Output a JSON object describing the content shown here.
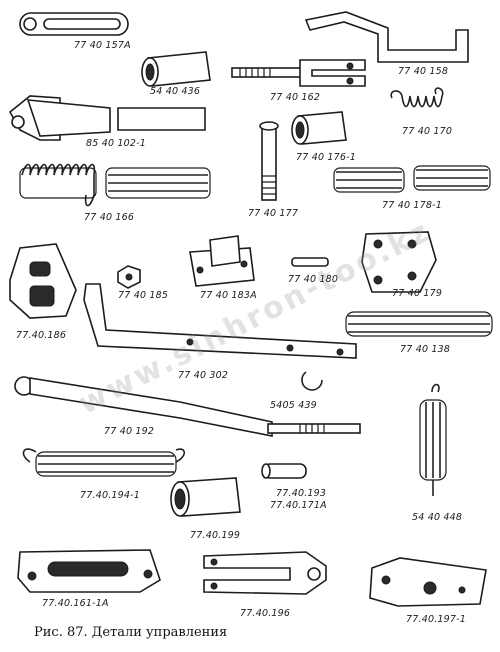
{
  "caption": "Рис. 87. Детали управления",
  "watermark": "www.sinhron-too.kz",
  "parts": [
    {
      "id": "p1",
      "label": "77 40 157А"
    },
    {
      "id": "p2",
      "label": "77 40 158"
    },
    {
      "id": "p3",
      "label": "54 40 436"
    },
    {
      "id": "p4",
      "label": "77 40 162"
    },
    {
      "id": "p5",
      "label": "85 40 102-1"
    },
    {
      "id": "p6",
      "label": "77 40 170"
    },
    {
      "id": "p7",
      "label": "77 40 176-1"
    },
    {
      "id": "p8",
      "label": "77 40 166"
    },
    {
      "id": "p9",
      "label": "77 40 177"
    },
    {
      "id": "p10",
      "label": "77 40 178-1"
    },
    {
      "id": "p11",
      "label": "77 40 185"
    },
    {
      "id": "p12",
      "label": "77 40 183А"
    },
    {
      "id": "p13",
      "label": "77 40 180"
    },
    {
      "id": "p14",
      "label": "77 40 179"
    },
    {
      "id": "p15",
      "label": "77.40.186"
    },
    {
      "id": "p16",
      "label": "77 40 302"
    },
    {
      "id": "p17",
      "label": "77 40 138"
    },
    {
      "id": "p18",
      "label": "5405 439"
    },
    {
      "id": "p19",
      "label": "77 40 192"
    },
    {
      "id": "p20",
      "label": "77.40.194-1"
    },
    {
      "id": "p21",
      "label": "77.40.193"
    },
    {
      "id": "p22",
      "label": "77.40.171А"
    },
    {
      "id": "p23",
      "label": "77.40.199"
    },
    {
      "id": "p24",
      "label": "54 40 448"
    },
    {
      "id": "p25",
      "label": "77.40.161-1А"
    },
    {
      "id": "p26",
      "label": "77.40.196"
    },
    {
      "id": "p27",
      "label": "77.40.197-1"
    }
  ]
}
